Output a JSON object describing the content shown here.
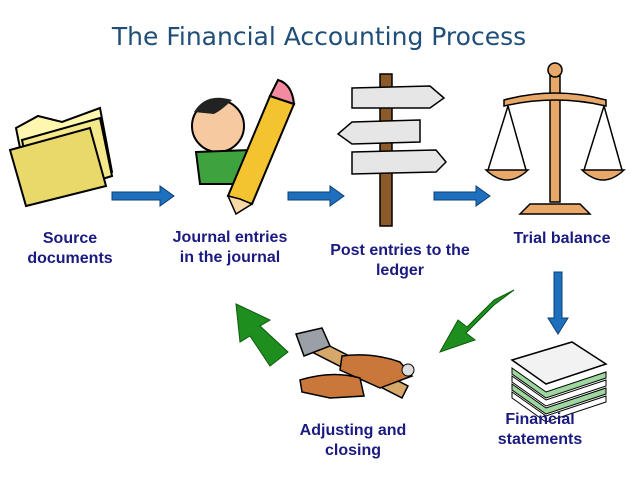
{
  "title": "The Financial Accounting Process",
  "steps": {
    "source": "Source documents",
    "journal": "Journal entries in the journal",
    "post": "Post entries to the ledger",
    "trial": "Trial balance",
    "adjust": "Adjusting and closing",
    "financial": "Financial statements"
  },
  "icons": {
    "source": "folder-icon",
    "journal": "pencil-writer-icon",
    "post": "signpost-icon",
    "trial": "scales-icon",
    "adjust": "hammer-icon",
    "financial": "paper-stack-icon"
  },
  "colors": {
    "title": "#1f4e79",
    "labels": "#1a1a80",
    "blue_arrow": "#1f6fbf",
    "green_arrow": "#1e8f1e"
  }
}
